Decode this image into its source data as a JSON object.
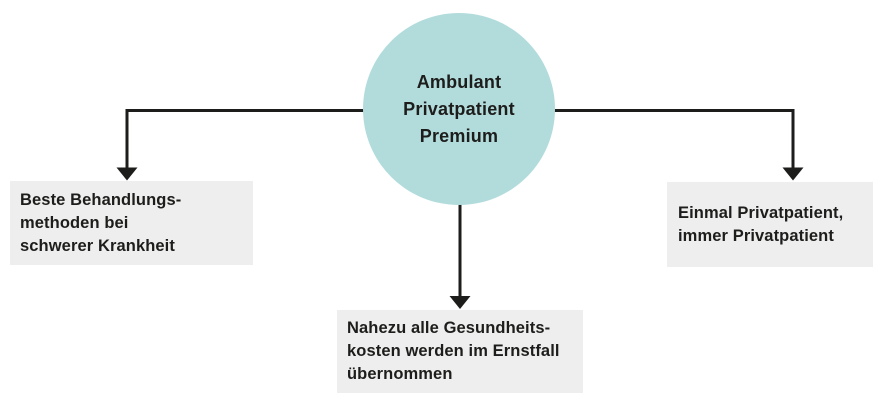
{
  "colors": {
    "background": "#ffffff",
    "circle_fill": "#b2dcdc",
    "box_fill": "#eeeeee",
    "line": "#1d1d1b",
    "text": "#1d1d1b"
  },
  "diagram": {
    "center_node": {
      "label": "Ambulant Privatpatient Premium",
      "lines": [
        "Ambulant",
        "Privatpatient",
        "Premium"
      ]
    },
    "branches": [
      {
        "id": "left",
        "label": "Beste Behandlungsmethoden bei schwerer Krankheit",
        "lines": [
          "Beste Behandlungs-",
          "methoden bei",
          "schwerer Krankheit"
        ]
      },
      {
        "id": "bottom",
        "label": "Nahezu alle Gesundheitskosten werden im Ernstfall übernommen",
        "lines": [
          "Nahezu alle Gesundheits-",
          "kosten werden im Ernstfall",
          "übernommen"
        ]
      },
      {
        "id": "right",
        "label": "Einmal Privatpatient, immer Privatpatient",
        "lines": [
          "Einmal Privatpatient,",
          "immer Privatpatient"
        ]
      }
    ]
  }
}
